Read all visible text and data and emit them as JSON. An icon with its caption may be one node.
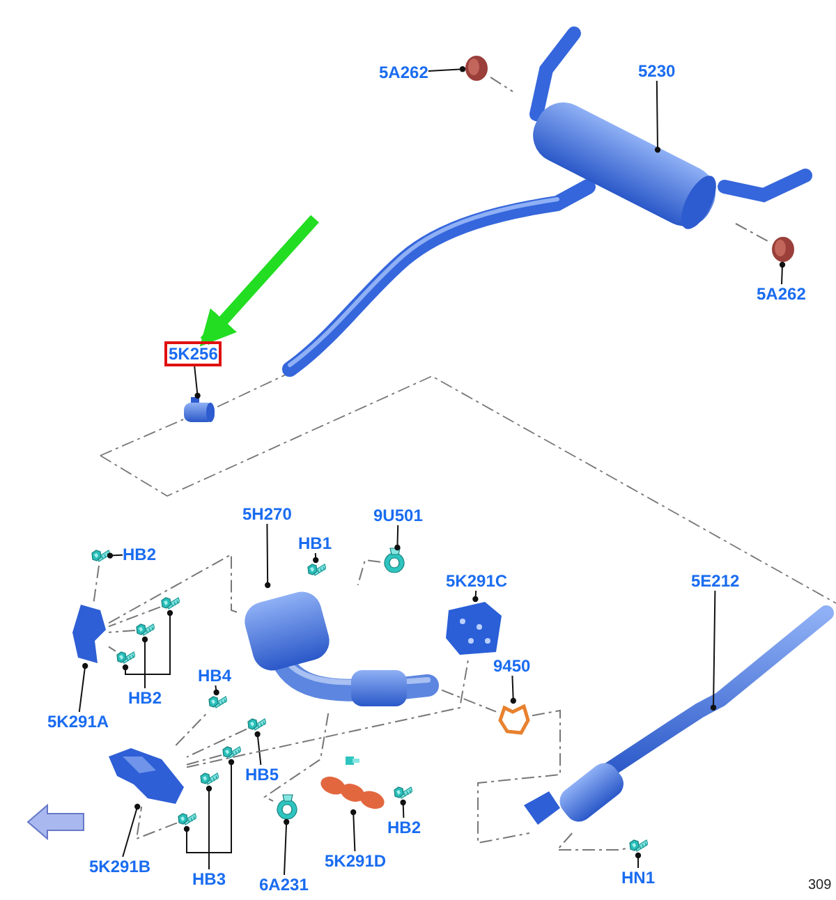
{
  "diagram": {
    "nodes": [
      {
        "text": [
          "5A262"
        ]
      },
      {
        "text": [],
        "shape": "picture"
      },
      {
        "text": [
          "5230"
        ]
      },
      {
        "text": [],
        "shape": "picture"
      },
      {
        "text": [
          "5A262"
        ]
      },
      {
        "text": [],
        "shape": "picture"
      },
      {
        "text": [
          "5K256"
        ]
      },
      {
        "text": [],
        "shape": "picture"
      },
      {
        "text": [
          "5H270"
        ]
      },
      {
        "text": [],
        "shape": "picture"
      },
      {
        "text": [
          "HB1"
        ]
      },
      {
        "text": [],
        "shape": "picture"
      },
      {
        "text": [
          "9U501"
        ]
      },
      {
        "text": [],
        "shape": "picture"
      },
      {
        "text": [
          "5K291C"
        ]
      },
      {
        "text": [],
        "shape": "picture"
      },
      {
        "text": [
          "HB2"
        ]
      },
      {
        "text": [],
        "shape": "picture"
      },
      {
        "text": [
          "HB2"
        ]
      },
      {
        "text": [],
        "shape": "picture"
      },
      {
        "text": [],
        "shape": "picture"
      },
      {
        "text": [],
        "shape": "picture"
      },
      {
        "text": [
          "5K291A"
        ]
      },
      {
        "text": [],
        "shape": "picture"
      },
      {
        "text": [
          "HB4"
        ]
      },
      {
        "text": [],
        "shape": "picture"
      },
      {
        "text": [
          "HB5"
        ]
      },
      {
        "text": [],
        "shape": "picture"
      },
      {
        "text": [
          "5K291B"
        ]
      },
      {
        "text": [],
        "shape": "picture"
      },
      {
        "text": [
          "HB3"
        ]
      },
      {
        "text": [],
        "shape": "picture"
      },
      {
        "text": [],
        "shape": "picture"
      },
      {
        "text": [],
        "shape": "picture"
      },
      {
        "text": [
          "6A231"
        ]
      },
      {
        "text": [],
        "shape": "picture"
      },
      {
        "text": [
          "5K291D"
        ]
      },
      {
        "text": [],
        "shape": "picture"
      },
      {
        "text": [
          "HB2"
        ]
      },
      {
        "text": [],
        "shape": "picture"
      },
      {
        "text": [
          "9450"
        ]
      },
      {
        "text": [],
        "shape": "picture"
      },
      {
        "text": [
          "5E212"
        ]
      },
      {
        "text": [],
        "shape": "picture"
      },
      {
        "text": [
          "HN1"
        ]
      },
      {
        "text": [],
        "shape": "picture"
      }
    ],
    "edges": [
      {
        "from": 0,
        "to": 1,
        "arrow": "other"
      },
      {
        "from": 2,
        "to": 3,
        "arrow": "other"
      },
      {
        "from": 4,
        "to": 5,
        "arrow": "other"
      },
      {
        "from": 6,
        "to": 7,
        "arrow": "other"
      },
      {
        "from": null,
        "to": 6,
        "arrow": "to",
        "style": "thick",
        "color": "#22dd22"
      },
      {
        "from": 8,
        "to": 9,
        "arrow": "other"
      },
      {
        "from": 10,
        "to": 11,
        "arrow": "other"
      },
      {
        "from": 12,
        "to": 13,
        "arrow": "other"
      },
      {
        "from": 14,
        "to": 15,
        "arrow": "other"
      },
      {
        "from": 16,
        "to": 17,
        "arrow": "other"
      },
      {
        "from": 18,
        "to": 19,
        "arrow": "other"
      },
      {
        "from": 18,
        "to": 20,
        "arrow": "other"
      },
      {
        "from": 18,
        "to": 21,
        "arrow": "other"
      },
      {
        "from": 22,
        "to": 23,
        "arrow": "other"
      },
      {
        "from": 24,
        "to": 25,
        "arrow": "other"
      },
      {
        "from": 26,
        "to": 27,
        "arrow": "other"
      },
      {
        "from": 28,
        "to": 29,
        "arrow": "other"
      },
      {
        "from": 30,
        "to": 31,
        "arrow": "other"
      },
      {
        "from": 30,
        "to": 32,
        "arrow": "other"
      },
      {
        "from": 30,
        "to": 33,
        "arrow": "other"
      },
      {
        "from": 34,
        "to": 35,
        "arrow": "other"
      },
      {
        "from": 36,
        "to": 37,
        "arrow": "other"
      },
      {
        "from": 38,
        "to": 39,
        "arrow": "other"
      },
      {
        "from": 40,
        "to": 41,
        "arrow": "other"
      },
      {
        "from": 42,
        "to": 43,
        "arrow": "other"
      },
      {
        "from": 44,
        "to": 45,
        "arrow": "other"
      },
      {
        "from": 1,
        "to": 3,
        "arrow": "none",
        "style": "dashed",
        "color": "#777777"
      },
      {
        "from": 3,
        "to": 5,
        "arrow": "none",
        "style": "dashed",
        "color": "#777777"
      },
      {
        "from": 17,
        "to": 23,
        "arrow": "none",
        "style": "dashed",
        "color": "#777777"
      },
      {
        "from": 9,
        "to": 23,
        "arrow": "none",
        "style": "dashed",
        "color": "#777777"
      },
      {
        "from": 19,
        "to": 23,
        "arrow": "none",
        "style": "dashed",
        "color": "#777777"
      },
      {
        "from": 20,
        "to": 23,
        "arrow": "none",
        "style": "dashed",
        "color": "#777777"
      },
      {
        "from": 21,
        "to": 23,
        "arrow": "none",
        "style": "dashed",
        "color": "#777777"
      },
      {
        "from": 13,
        "to": 9,
        "arrow": "none",
        "style": "dashed",
        "color": "#777777"
      },
      {
        "from": 29,
        "to": 25,
        "arrow": "none",
        "style": "dashed",
        "color": "#777777"
      },
      {
        "from": 29,
        "to": 15,
        "arrow": "none",
        "style": "dashed",
        "color": "#777777"
      },
      {
        "from": 27,
        "to": 29,
        "arrow": "none",
        "style": "dashed",
        "color": "#777777"
      },
      {
        "from": 31,
        "to": 29,
        "arrow": "none",
        "style": "dashed",
        "color": "#777777"
      },
      {
        "from": 33,
        "to": 29,
        "arrow": "none",
        "style": "dashed",
        "color": "#777777"
      },
      {
        "from": 9,
        "to": 35,
        "arrow": "none",
        "style": "dashed",
        "color": "#777777"
      },
      {
        "from": 9,
        "to": 41,
        "arrow": "none",
        "style": "dashed",
        "color": "#777777"
      },
      {
        "from": 41,
        "to": 43,
        "arrow": "none",
        "style": "dashed",
        "color": "#777777"
      },
      {
        "from": 43,
        "to": 45,
        "arrow": "none",
        "style": "dashed",
        "color": "#777777"
      }
    ],
    "labels": [
      "309"
    ]
  }
}
